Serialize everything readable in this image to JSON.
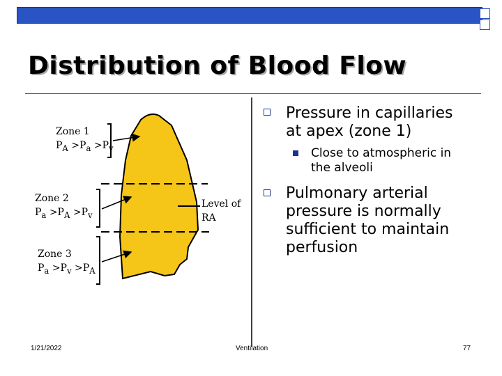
{
  "title": "Distribution of Blood Flow",
  "zones": {
    "zone1": {
      "name": "Zone 1",
      "formula": "P<sub>A</sub> >P<sub>a</sub> >P<sub>v</sub>"
    },
    "zone2": {
      "name": "Zone 2",
      "formula": "P<sub>a</sub> >P<sub>A</sub> >P<sub>v</sub>"
    },
    "zone3": {
      "name": "Zone 3",
      "formula": "P<sub>a</sub> >P<sub>v</sub> >P<sub>A</sub>"
    }
  },
  "level_label_line1": "Level of",
  "level_label_line2": "RA",
  "bullets": [
    {
      "level": 1,
      "lines": [
        "Pressure in capillaries",
        "at apex (zone 1)"
      ]
    },
    {
      "level": 2,
      "lines": [
        "Close to atmospheric in",
        "the alveoli"
      ]
    },
    {
      "level": 1,
      "lines": [
        "Pulmonary arterial",
        "pressure is normally",
        "sufficient to maintain",
        "perfusion"
      ]
    }
  ],
  "footer": {
    "date": "1/21/2022",
    "center": "Ventilation",
    "page": "77"
  },
  "colors": {
    "bar": "#2a54c4",
    "lung": "#f5c518",
    "bullet": "#1a3390"
  }
}
